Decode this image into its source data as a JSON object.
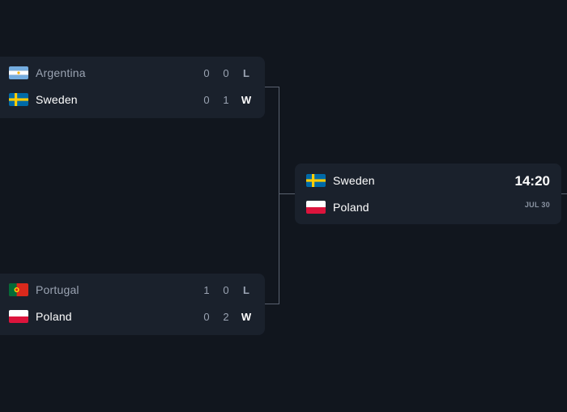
{
  "bracket": {
    "semifinals": [
      {
        "team1": {
          "name": "Argentina",
          "flag": "argentina-flag-icon",
          "score1": "0",
          "score2": "0",
          "result": "L"
        },
        "team2": {
          "name": "Sweden",
          "flag": "sweden-flag-icon",
          "score1": "0",
          "score2": "1",
          "result": "W"
        }
      },
      {
        "team1": {
          "name": "Portugal",
          "flag": "portugal-flag-icon",
          "score1": "1",
          "score2": "0",
          "result": "L"
        },
        "team2": {
          "name": "Poland",
          "flag": "poland-flag-icon",
          "score1": "0",
          "score2": "2",
          "result": "W"
        }
      }
    ],
    "final": {
      "team1": {
        "name": "Sweden",
        "flag": "sweden-flag-icon"
      },
      "team2": {
        "name": "Poland",
        "flag": "poland-flag-icon"
      },
      "time": "14:20",
      "date": "JUL 30"
    }
  },
  "colors": {
    "background": "#11161e",
    "card": "#1a212c",
    "connector": "#5a6270",
    "winner_text": "#ffffff",
    "loser_text": "#9aa3b2"
  }
}
